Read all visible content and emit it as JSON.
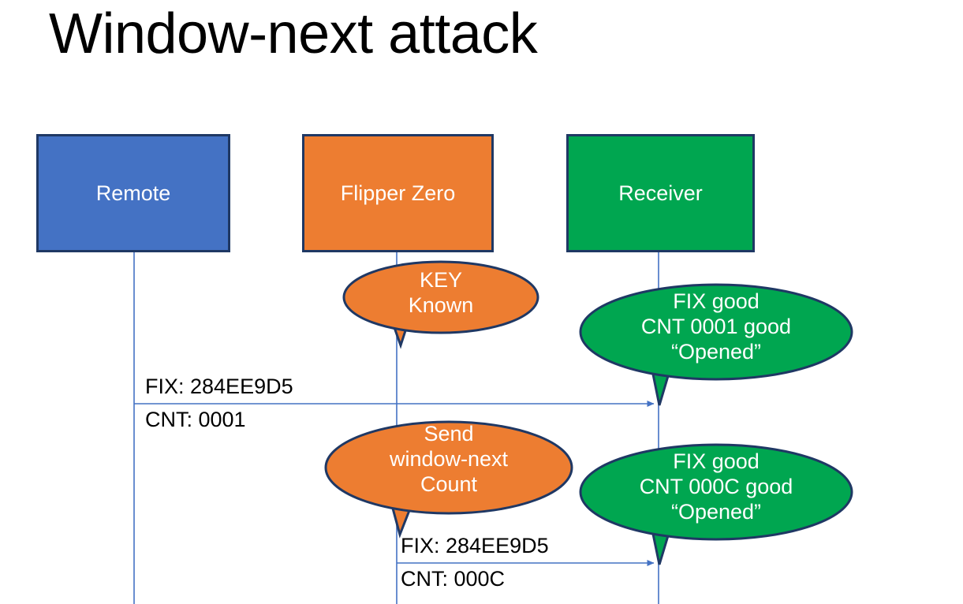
{
  "slide": {
    "title": "Window-next attack",
    "background": "#FFFFFF"
  },
  "colors": {
    "remote_fill": "#4472C4",
    "flipper_fill": "#ED7D31",
    "receiver_fill": "#00A650",
    "box_border": "#1F3864",
    "lifeline": "#4472C4",
    "arrow": "#4472C4",
    "text_dark": "#000000",
    "text_light": "#FFFFFF"
  },
  "actors": [
    {
      "id": "remote",
      "label": "Remote",
      "fill": "#4472C4"
    },
    {
      "id": "flipper",
      "label": "Flipper Zero",
      "fill": "#ED7D31"
    },
    {
      "id": "receiver",
      "label": "Receiver",
      "fill": "#00A650"
    }
  ],
  "callouts": [
    {
      "id": "key-known",
      "owner": "flipper",
      "fill": "#ED7D31",
      "lines": [
        "KEY",
        "Known"
      ]
    },
    {
      "id": "receiver-verify-1",
      "owner": "receiver",
      "fill": "#00A650",
      "lines": [
        "FIX good",
        "CNT 0001 good",
        "“Opened”"
      ]
    },
    {
      "id": "send-window-next",
      "owner": "flipper",
      "fill": "#ED7D31",
      "lines": [
        "Send",
        "window-next",
        "Count"
      ]
    },
    {
      "id": "receiver-verify-2",
      "owner": "receiver",
      "fill": "#00A650",
      "lines": [
        "FIX good",
        "CNT 000C good",
        "“Opened”"
      ]
    }
  ],
  "messages": [
    {
      "id": "msg-remote-to-receiver",
      "from": "remote",
      "to": "receiver",
      "fix_line": "FIX: 284EE9D5",
      "cnt_line": "CNT: 0001"
    },
    {
      "id": "msg-flipper-to-receiver",
      "from": "flipper",
      "to": "receiver",
      "fix_line": "FIX: 284EE9D5",
      "cnt_line": "CNT: 000C"
    }
  ]
}
